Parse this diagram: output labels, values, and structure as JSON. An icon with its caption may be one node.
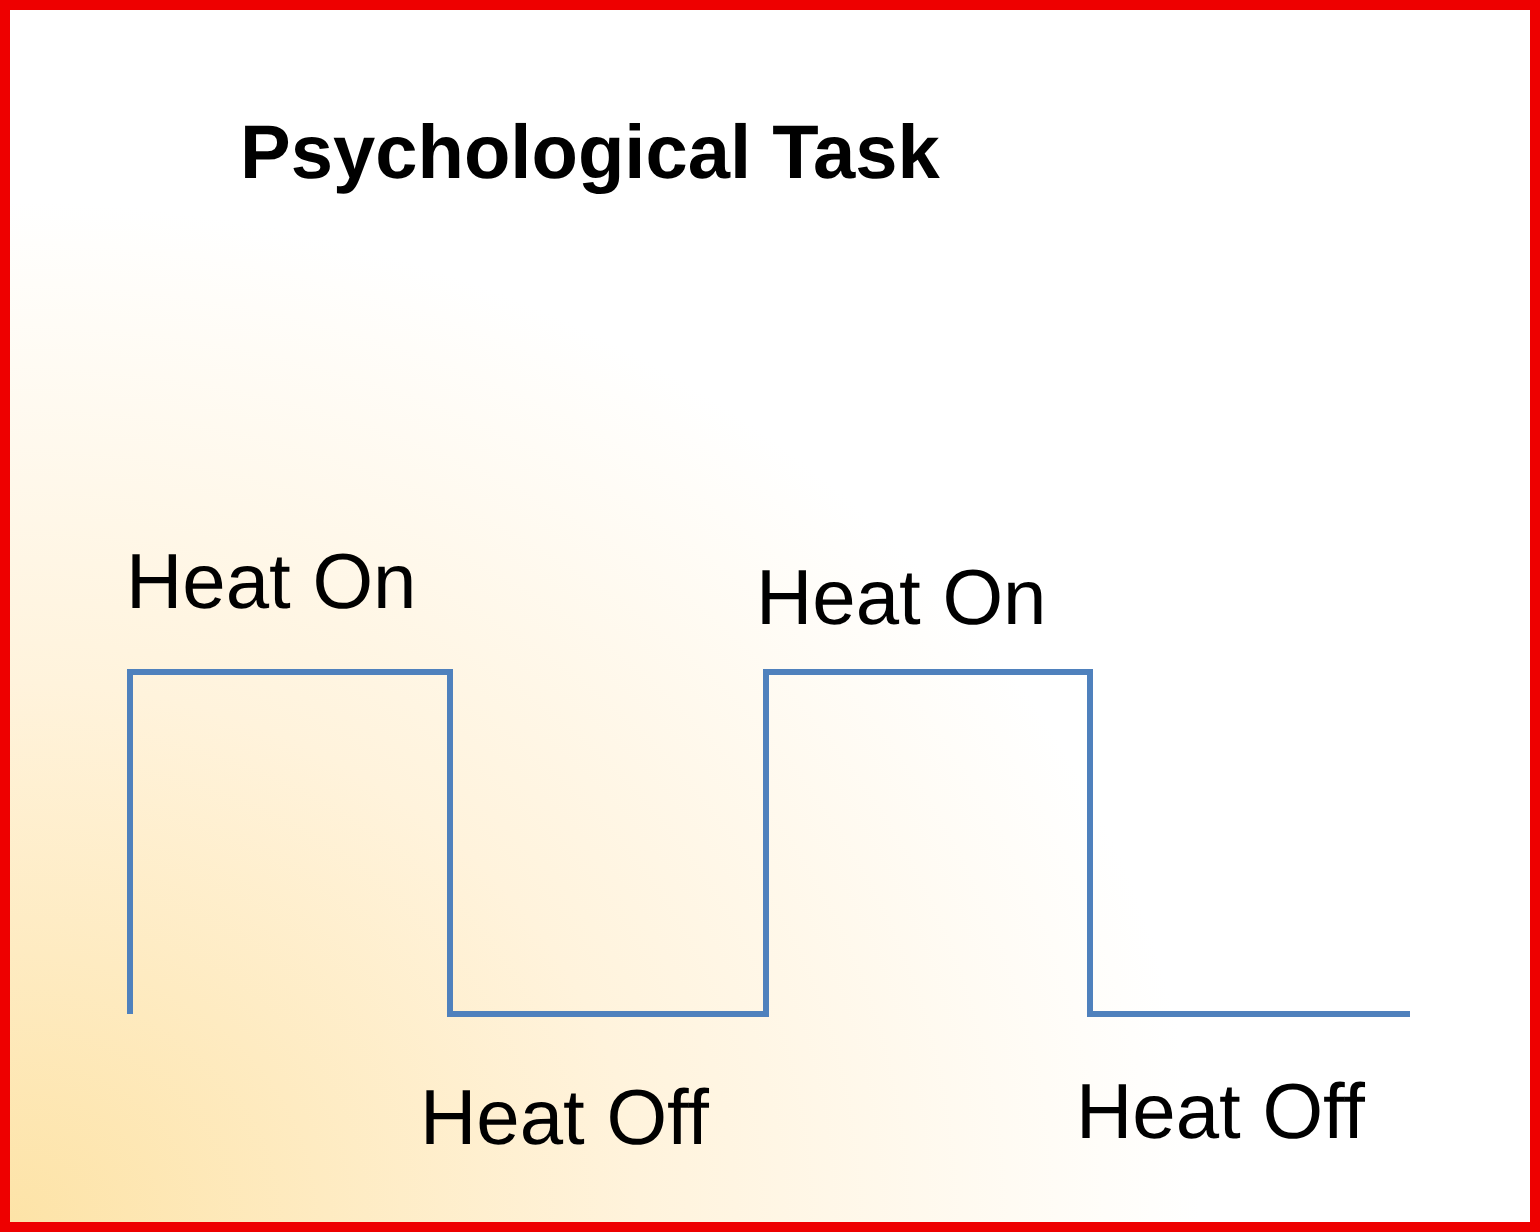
{
  "diagram": {
    "title": "Psychological Task",
    "labels": [
      "Heat On",
      "Heat On",
      "Heat Off",
      "Heat Off"
    ]
  }
}
